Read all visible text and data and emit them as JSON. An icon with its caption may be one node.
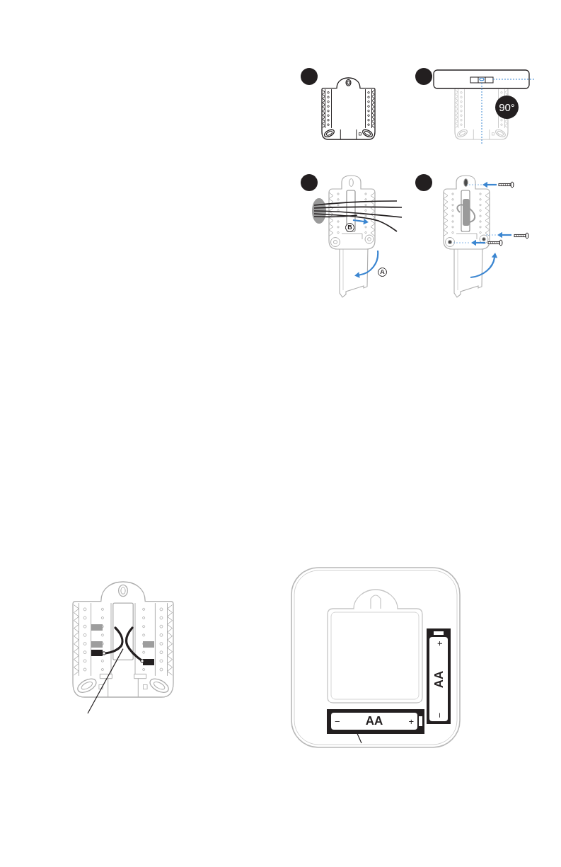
{
  "diagram": {
    "nodes": [
      {
        "text": [
          "90°"
        ]
      },
      {
        "text": [
          "B"
        ]
      },
      {
        "text": [
          "A"
        ]
      },
      {
        "text": [],
        "shape": "wire"
      },
      {
        "text": [
          "−",
          "AA",
          "+"
        ]
      },
      {
        "text": [
          "−",
          "AA",
          "+"
        ]
      }
    ],
    "edges": [
      {
        "from": null,
        "to": 3,
        "arrow": "none"
      },
      {
        "from": null,
        "to": 5,
        "arrow": "none"
      }
    ]
  }
}
